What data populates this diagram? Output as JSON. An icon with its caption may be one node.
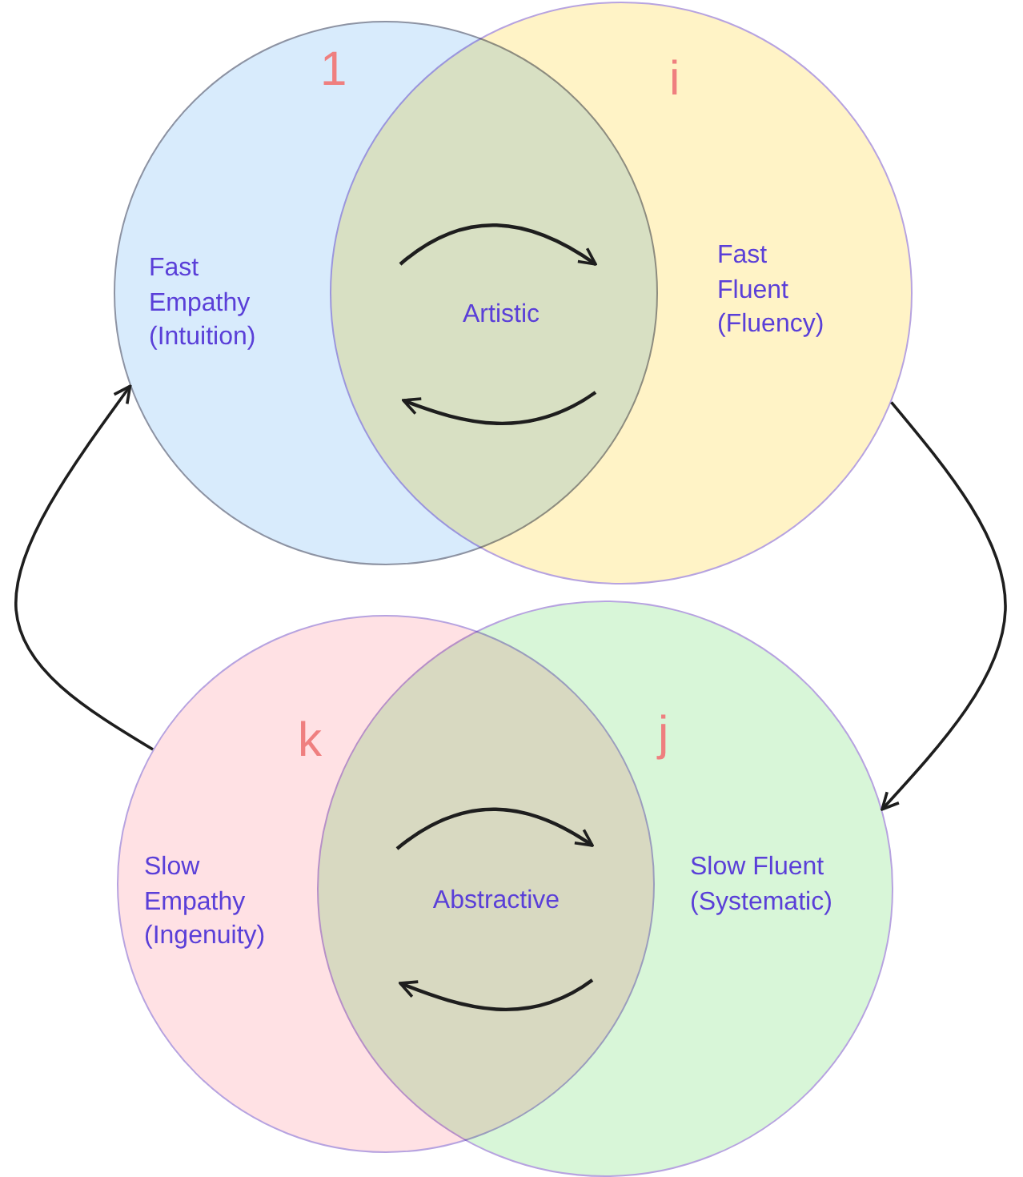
{
  "diagram": {
    "nodes": [
      {
        "text": [
          "1",
          "Fast Empathy (Intuition)"
        ]
      },
      {
        "text": [
          "i",
          "Fast Fluent (Fluency)"
        ]
      },
      {
        "text": [
          "k",
          "Slow Empathy (Ingenuity)"
        ]
      },
      {
        "text": [
          "j",
          "Slow Fluent (Systematic)"
        ]
      }
    ],
    "edges": [
      {
        "from": 1,
        "to": 3,
        "arrow": "to"
      },
      {
        "from": 2,
        "to": 0,
        "arrow": "to"
      }
    ],
    "labels": [
      "Artistic",
      "Abstractive"
    ]
  }
}
